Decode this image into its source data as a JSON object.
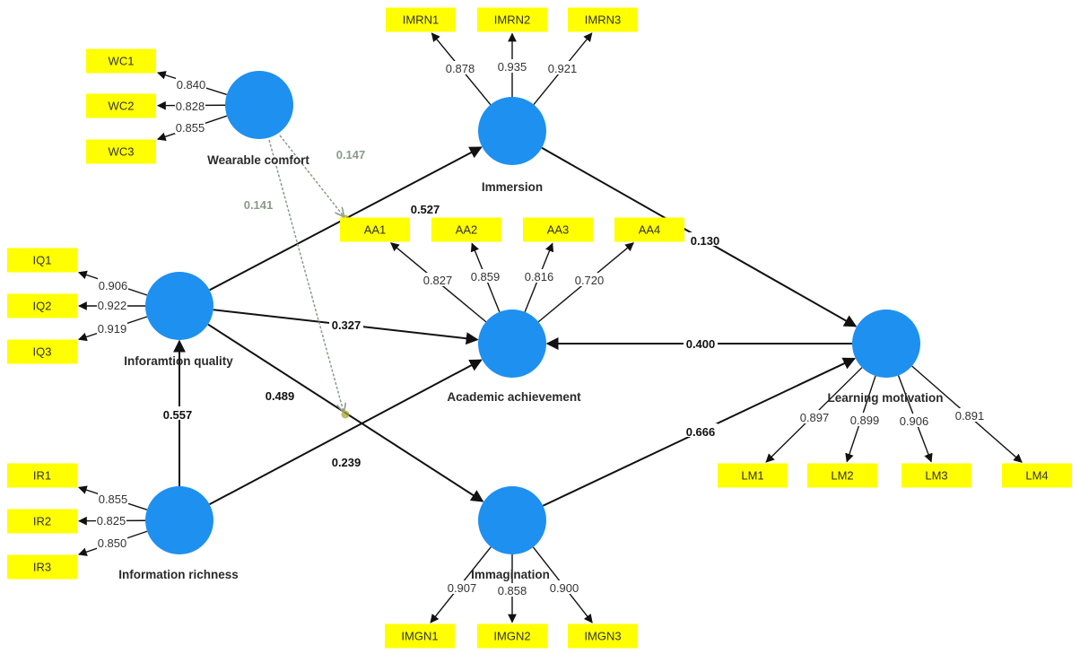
{
  "colors": {
    "construct": "#1e90f0",
    "indicator": "#ffff00",
    "arrow": "#111111",
    "moderator": "#8a9a8a",
    "moderator_dot": "#a9a638"
  },
  "constructs": [
    {
      "id": "wc",
      "label": "Wearable comfort"
    },
    {
      "id": "iq",
      "label": "Inforamtion quality"
    },
    {
      "id": "ir",
      "label": "Information richness"
    },
    {
      "id": "imr",
      "label": "Immersion"
    },
    {
      "id": "aa",
      "label": "Academic achievement"
    },
    {
      "id": "img",
      "label": "Immagination"
    },
    {
      "id": "lm",
      "label": "Learning motivation"
    }
  ],
  "indicators": [
    {
      "id": "WC1",
      "construct": "wc",
      "loading": "0.840"
    },
    {
      "id": "WC2",
      "construct": "wc",
      "loading": "0.828"
    },
    {
      "id": "WC3",
      "construct": "wc",
      "loading": "0.855"
    },
    {
      "id": "IQ1",
      "construct": "iq",
      "loading": "0.906"
    },
    {
      "id": "IQ2",
      "construct": "iq",
      "loading": "0.922"
    },
    {
      "id": "IQ3",
      "construct": "iq",
      "loading": "0.919"
    },
    {
      "id": "IR1",
      "construct": "ir",
      "loading": "0.855"
    },
    {
      "id": "IR2",
      "construct": "ir",
      "loading": "0.825"
    },
    {
      "id": "IR3",
      "construct": "ir",
      "loading": "0.850"
    },
    {
      "id": "IMRN1",
      "construct": "imr",
      "loading": "0.878"
    },
    {
      "id": "IMRN2",
      "construct": "imr",
      "loading": "0.935"
    },
    {
      "id": "IMRN3",
      "construct": "imr",
      "loading": "0.921"
    },
    {
      "id": "AA1",
      "construct": "aa",
      "loading": "0.827"
    },
    {
      "id": "AA2",
      "construct": "aa",
      "loading": "0.859"
    },
    {
      "id": "AA3",
      "construct": "aa",
      "loading": "0.816"
    },
    {
      "id": "AA4",
      "construct": "aa",
      "loading": "0.720"
    },
    {
      "id": "IMGN1",
      "construct": "img",
      "loading": "0.907"
    },
    {
      "id": "IMGN2",
      "construct": "img",
      "loading": "0.858"
    },
    {
      "id": "IMGN3",
      "construct": "img",
      "loading": "0.900"
    },
    {
      "id": "LM1",
      "construct": "lm",
      "loading": "0.897"
    },
    {
      "id": "LM2",
      "construct": "lm",
      "loading": "0.899"
    },
    {
      "id": "LM3",
      "construct": "lm",
      "loading": "0.906"
    },
    {
      "id": "LM4",
      "construct": "lm",
      "loading": "0.891"
    }
  ],
  "paths": [
    {
      "from": "iq",
      "to": "imr",
      "coef": "0.527"
    },
    {
      "from": "iq",
      "to": "aa",
      "coef": "0.327"
    },
    {
      "from": "iq",
      "to": "img",
      "coef": "0.489"
    },
    {
      "from": "ir",
      "to": "iq",
      "coef": "0.557"
    },
    {
      "from": "ir",
      "to": "aa",
      "coef": "0.239"
    },
    {
      "from": "imr",
      "to": "lm",
      "coef": "0.130"
    },
    {
      "from": "img",
      "to": "lm",
      "coef": "0.666"
    },
    {
      "from": "lm",
      "to": "aa",
      "coef": "0.400"
    }
  ],
  "moderations": [
    {
      "from": "wc",
      "on_path": "iq-imr",
      "coef": "0.147"
    },
    {
      "from": "wc",
      "on_path": "iq-img",
      "coef": "0.141"
    }
  ]
}
